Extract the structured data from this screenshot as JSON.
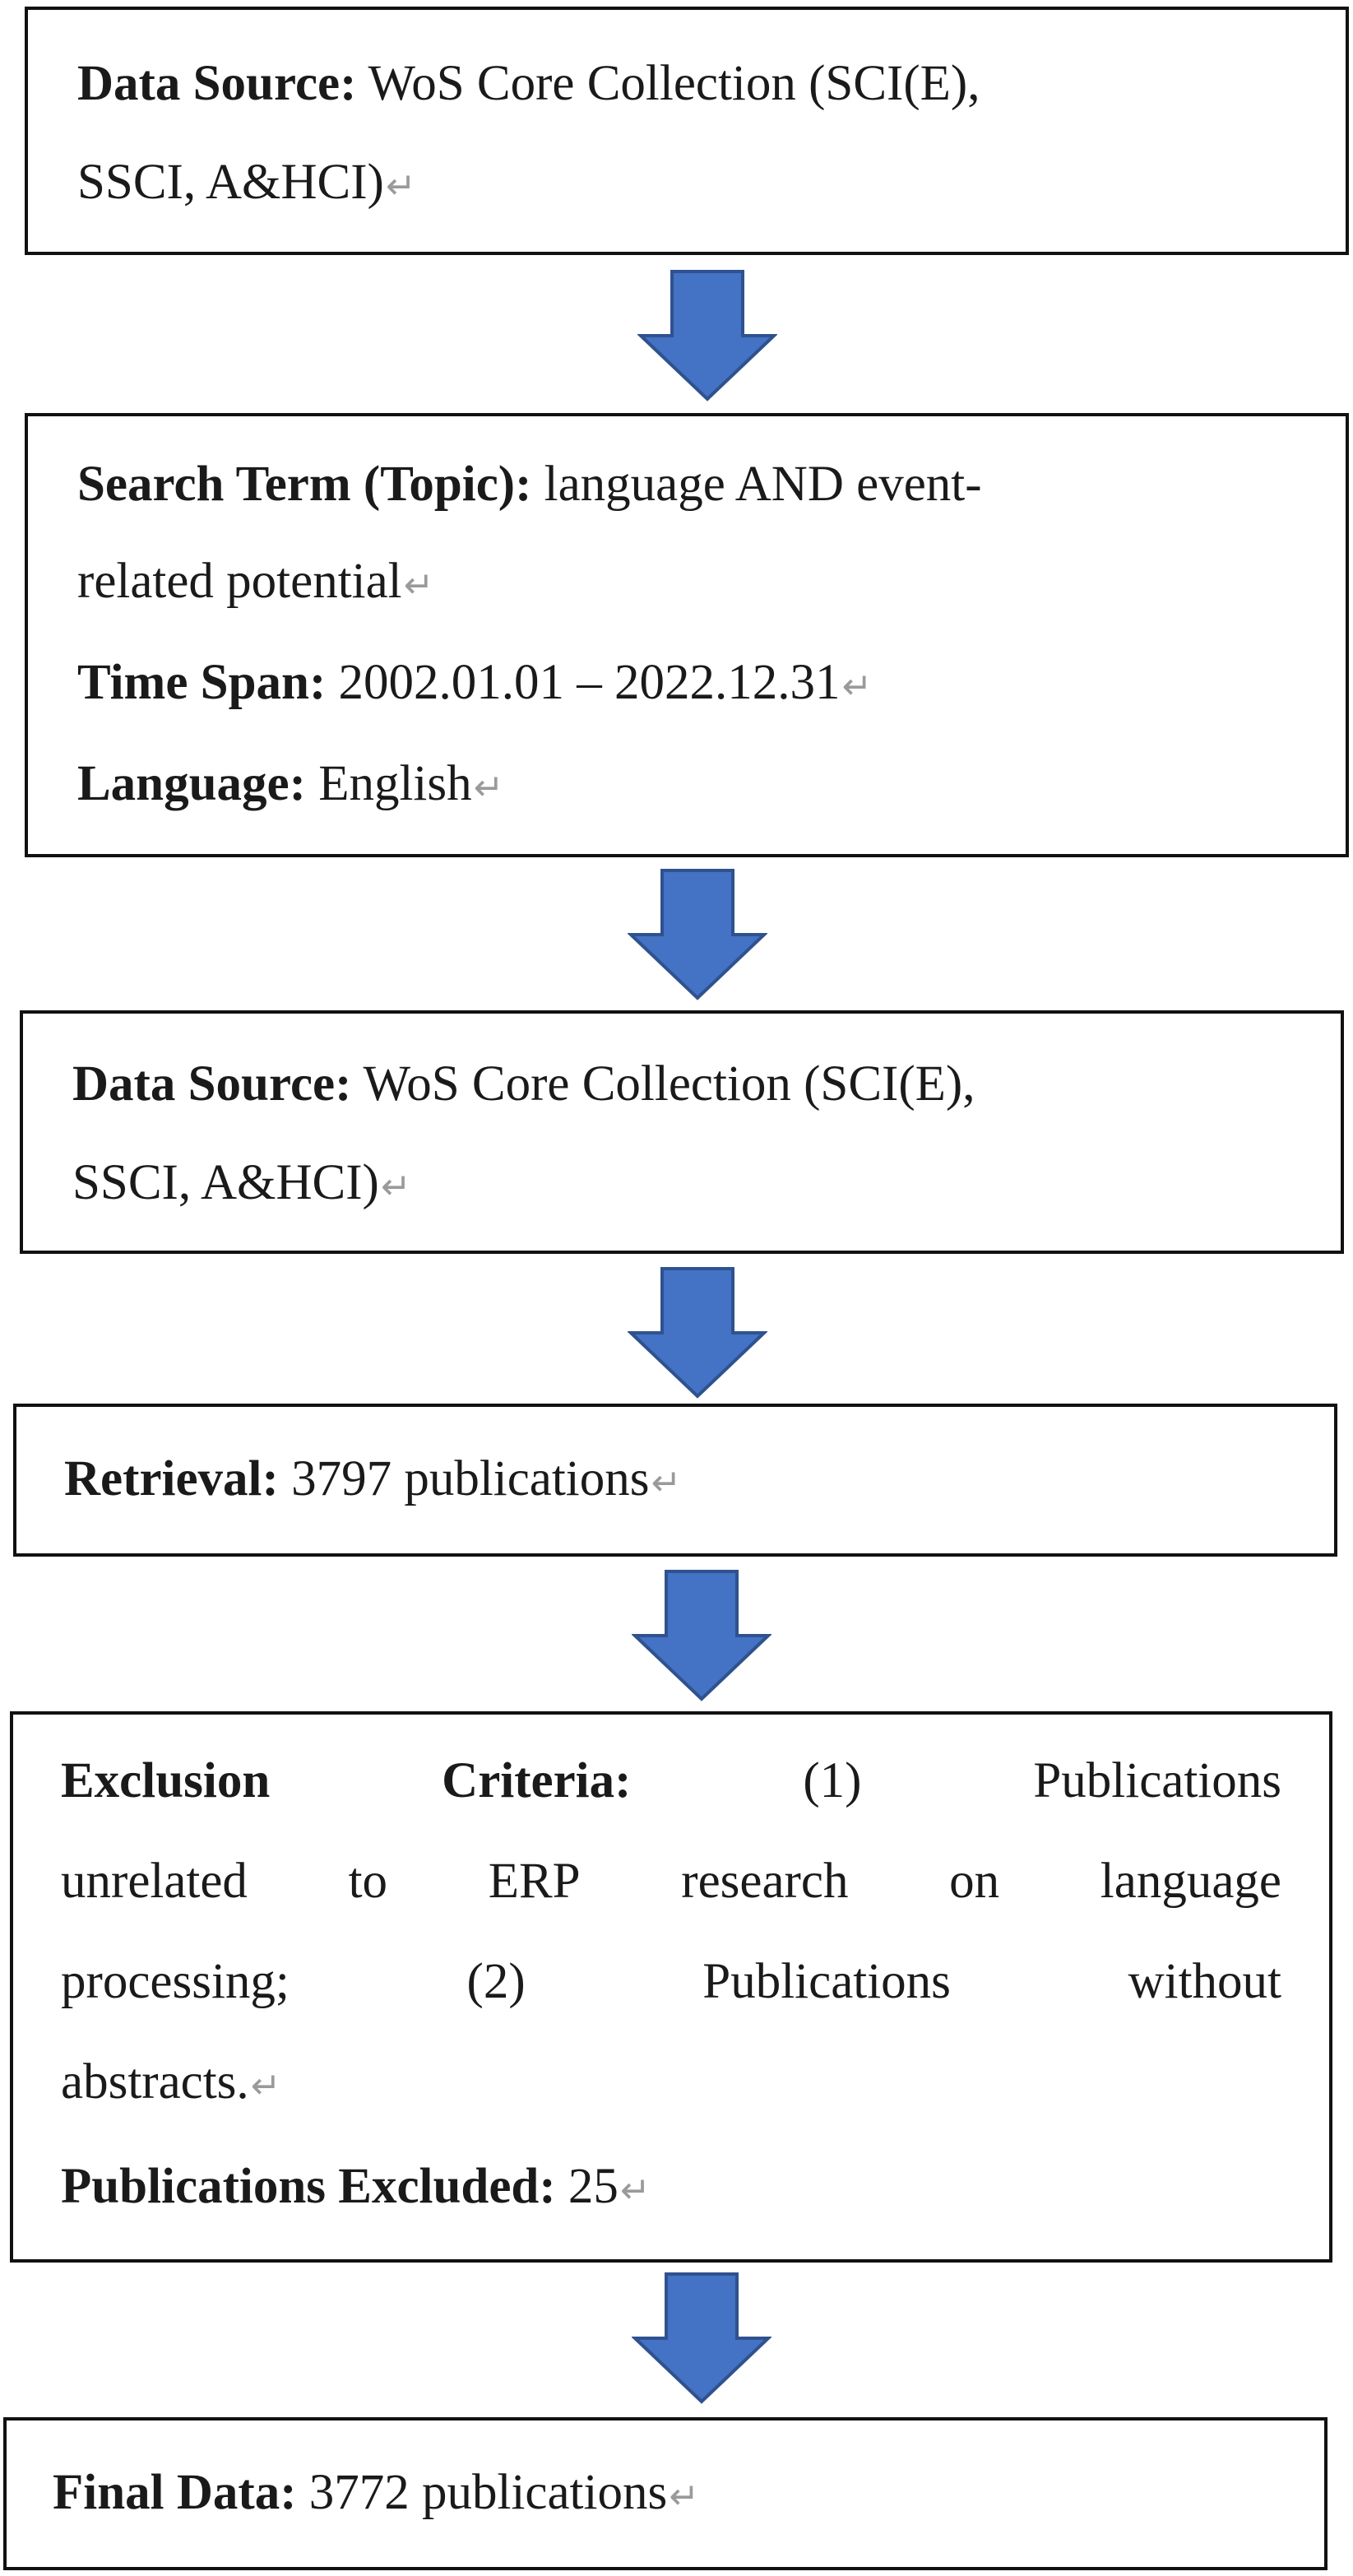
{
  "return_mark": "↵",
  "colors": {
    "arrow_fill": "#4472C4",
    "arrow_stroke": "#2F528F",
    "border": "#111111"
  },
  "boxes": [
    {
      "lines": [
        [
          {
            "bold": "Data Source:"
          },
          {
            "text": " WoS Core Collection (SCI(E),"
          }
        ],
        [
          {
            "text": "SSCI, A&HCI)"
          },
          {
            "mark": true
          }
        ]
      ]
    },
    {
      "lines": [
        [
          {
            "bold": "Search Term (Topic):"
          },
          {
            "text": " language AND event-"
          }
        ],
        [
          {
            "text": "related potential"
          },
          {
            "mark": true
          }
        ],
        [
          {
            "bold": "Time Span:"
          },
          {
            "text": " 2002.01.01 – 2022.12.31"
          },
          {
            "mark": true
          }
        ],
        [
          {
            "bold": "Language:"
          },
          {
            "text": " English"
          },
          {
            "mark": true
          }
        ]
      ]
    },
    {
      "lines": [
        [
          {
            "bold": "Data Source:"
          },
          {
            "text": " WoS Core Collection (SCI(E),"
          }
        ],
        [
          {
            "text": "SSCI, A&HCI)"
          },
          {
            "mark": true
          }
        ]
      ]
    },
    {
      "lines": [
        [
          {
            "bold": "Retrieval:"
          },
          {
            "text": " 3797 publications"
          },
          {
            "mark": true
          }
        ]
      ]
    },
    {
      "lines": [
        {
          "justify": [
            "Exclusion",
            "Criteria:",
            "(1)",
            "Publications"
          ],
          "bold_words": [
            0,
            1
          ]
        },
        {
          "justify": [
            "unrelated",
            "to",
            "ERP",
            "research",
            "on",
            "language"
          ]
        },
        {
          "justify": [
            "processing;",
            "(2)",
            "Publications",
            "without"
          ]
        },
        [
          {
            "text": "abstracts."
          },
          {
            "mark": true
          }
        ],
        [
          {
            "bold": "Publications Excluded:"
          },
          {
            "text": " 25"
          },
          {
            "mark": true
          }
        ]
      ]
    },
    {
      "lines": [
        [
          {
            "bold": "Final Data:"
          },
          {
            "text": " 3772 publications"
          },
          {
            "mark": true
          }
        ]
      ]
    }
  ]
}
